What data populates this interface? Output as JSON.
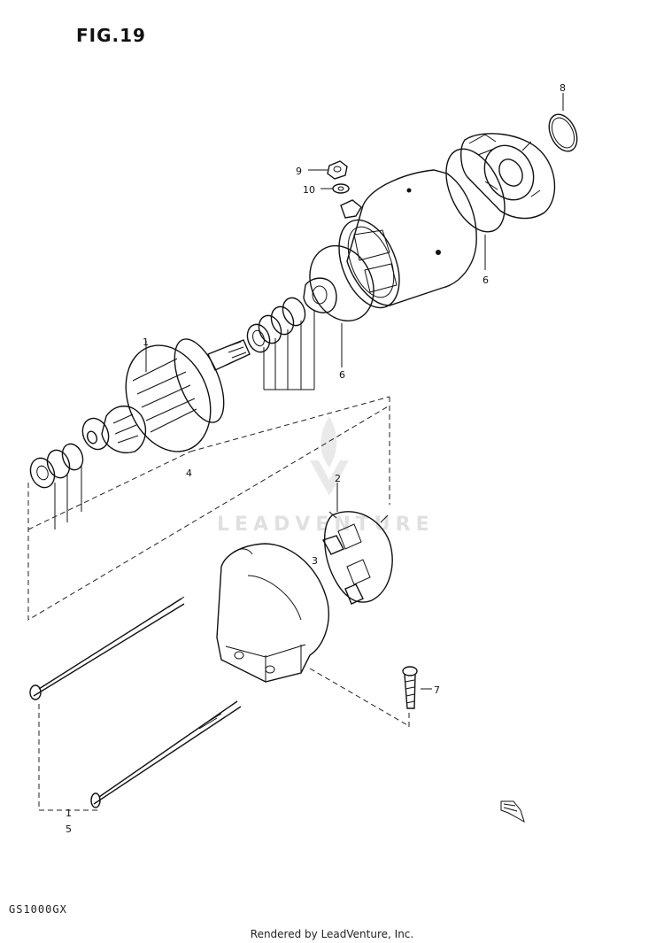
{
  "figure": {
    "title": "FIG.19"
  },
  "watermark": {
    "text": "LEADVENTURE",
    "logo_icon": "leadventure-logo-icon"
  },
  "model": {
    "code": "GS1000GX"
  },
  "credit": {
    "text": "Rendered by LeadVenture, Inc."
  },
  "callouts": {
    "c1": "1",
    "c2": "2",
    "c3": "3",
    "c4": "4",
    "c5": "5",
    "c6a": "6",
    "c6b": "6",
    "c7": "7",
    "c8": "8",
    "c9": "9",
    "c10": "10",
    "c1b": "1"
  }
}
